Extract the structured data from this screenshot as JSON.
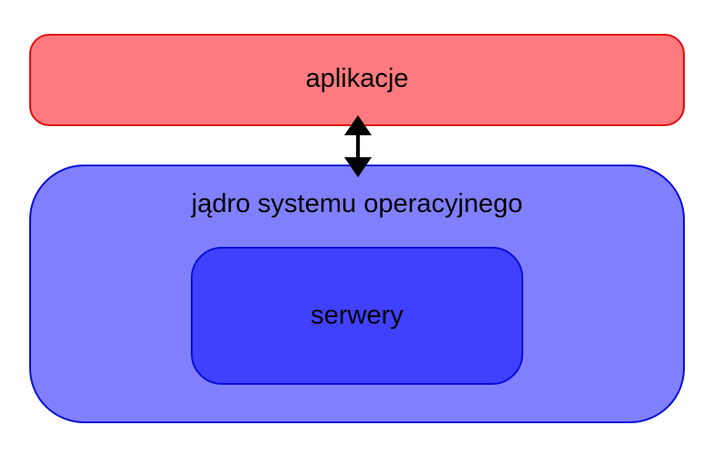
{
  "layers": {
    "applications": {
      "label": "aplikacje",
      "fill": "#ff7a7e",
      "stroke": "#e01010"
    },
    "kernel": {
      "label": "jądro systemu operacyjnego",
      "fill": "#8080ff",
      "stroke": "#0a10d8"
    },
    "servers": {
      "label": "serwery",
      "fill": "#4040ff",
      "stroke": "#0a10d8"
    }
  },
  "connector": {
    "icon": "double-arrow-vertical-icon",
    "color": "#000000"
  }
}
